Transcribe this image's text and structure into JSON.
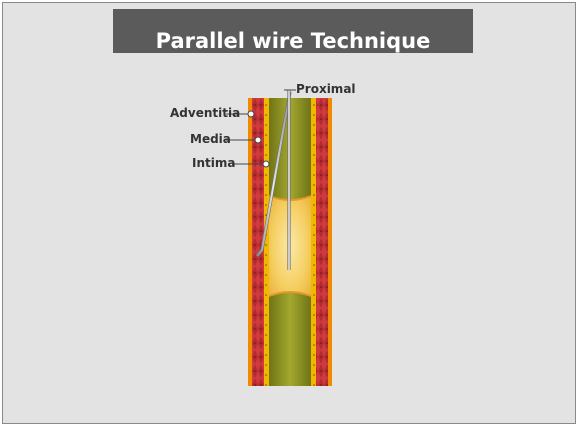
{
  "title": "Parallel wire Technique",
  "labels": {
    "adventitia": "Adventitia",
    "media": "Media",
    "intima": "Intima",
    "proximal": "Proximal"
  },
  "colors": {
    "title_bg": "#5b5b5b",
    "background": "#e3e3e3",
    "adventitia": "#f08a00",
    "media": "#c9383a",
    "intima": "#f2b800",
    "lumen": "#8a8f1e",
    "plaque": "#f6cc5a",
    "wire": "#b9b9b9"
  }
}
